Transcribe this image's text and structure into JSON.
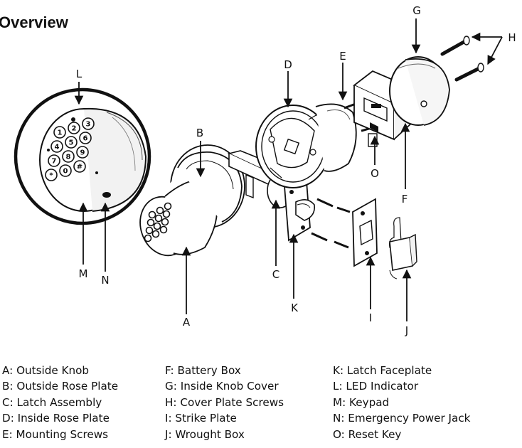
{
  "title": "Overview",
  "callouts": {
    "A": "A",
    "B": "B",
    "C": "C",
    "D": "D",
    "E": "E",
    "F": "F",
    "G": "G",
    "H": "H",
    "I": "I",
    "J": "J",
    "K": "K",
    "L": "L",
    "M": "M",
    "N": "N",
    "O": "O"
  },
  "keypad_keys": [
    "1",
    "2",
    "3",
    "4",
    "5",
    "6",
    "7",
    "8",
    "9",
    "*",
    "0",
    "#"
  ],
  "legend": {
    "column1": [
      "A: Outside Knob",
      "B: Outside Rose Plate",
      "C: Latch Assembly",
      "D: Inside Rose Plate",
      "E: Mounting Screws"
    ],
    "column2": [
      "F: Battery Box",
      "G: Inside Knob Cover",
      "H: Cover Plate Screws",
      "I: Strike Plate",
      "J: Wrought Box"
    ],
    "column3": [
      "K: Latch Faceplate",
      "L: LED Indicator",
      "M: Keypad",
      "N: Emergency Power Jack",
      "O: Reset Key"
    ]
  }
}
